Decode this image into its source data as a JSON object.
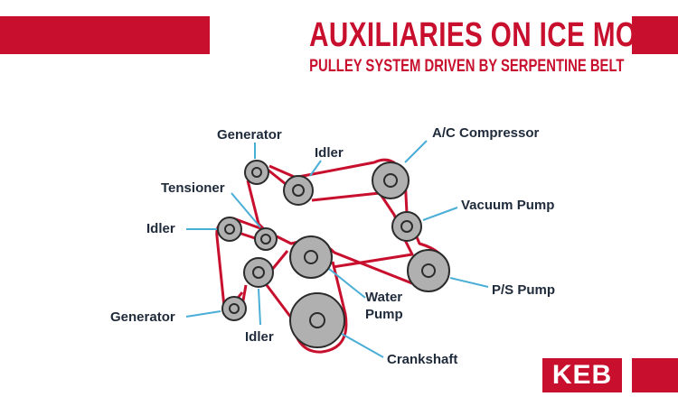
{
  "header": {
    "title": "AUXILIARIES ON ICE MOTOR",
    "subtitle": "PULLEY SYSTEM DRIVEN BY SERPENTINE BELT"
  },
  "labels": {
    "generator_top": "Generator",
    "idler_top": "Idler",
    "ac_compressor": "A/C Compressor",
    "tensioner": "Tensioner",
    "vacuum_pump": "Vacuum Pump",
    "idler_left": "Idler",
    "ps_pump": "P/S Pump",
    "water_pump_line1": "Water",
    "water_pump_line2": "Pump",
    "generator_bottom": "Generator",
    "idler_bottom": "Idler",
    "crankshaft": "Crankshaft"
  },
  "logo": {
    "text": "KEB"
  },
  "colors": {
    "brand_red": "#c8102e",
    "leader_blue": "#4aaed6",
    "label_dark": "#1f2a3a",
    "pulley_gray": "#b0b0b0"
  }
}
